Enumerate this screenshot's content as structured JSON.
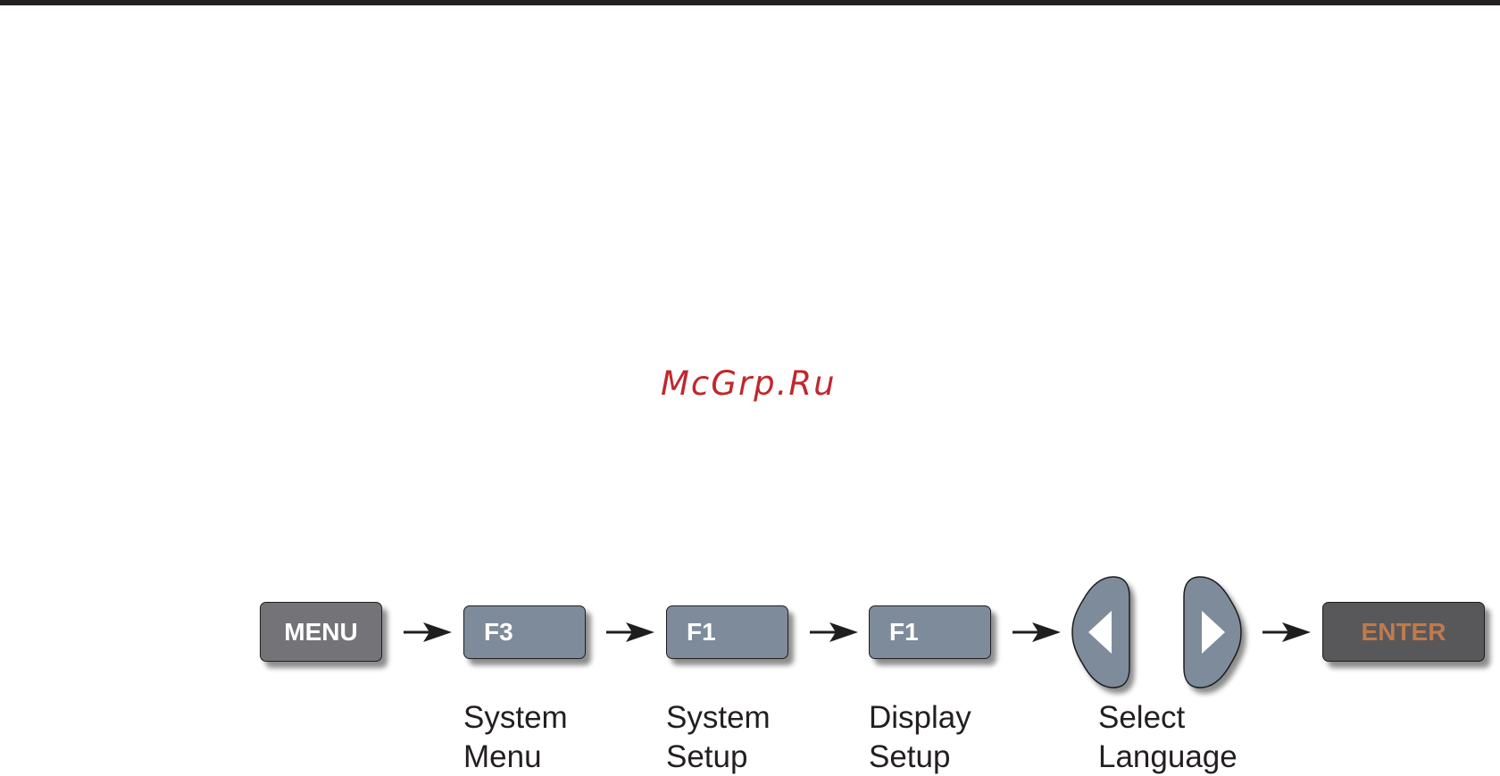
{
  "watermark": "McGrp.Ru",
  "keys": {
    "menu": "MENU",
    "f3": "F3",
    "f1_first": "F1",
    "f1_second": "F1",
    "enter": "ENTER"
  },
  "labels": [
    {
      "line1": "System",
      "line2": "Menu"
    },
    {
      "line1": "System",
      "line2": "Setup"
    },
    {
      "line1": "Display",
      "line2": "Setup"
    },
    {
      "line1": "Select",
      "line2": "Language"
    }
  ],
  "colors": {
    "menu_key": "#747478",
    "function_key": "#7e8b9a",
    "enter_key": "#58585b",
    "enter_text": "#c07a4c",
    "watermark": "#c1272d"
  },
  "icons": [
    "left-arrow-key-icon",
    "right-arrow-key-icon",
    "flow-arrow-icon"
  ]
}
